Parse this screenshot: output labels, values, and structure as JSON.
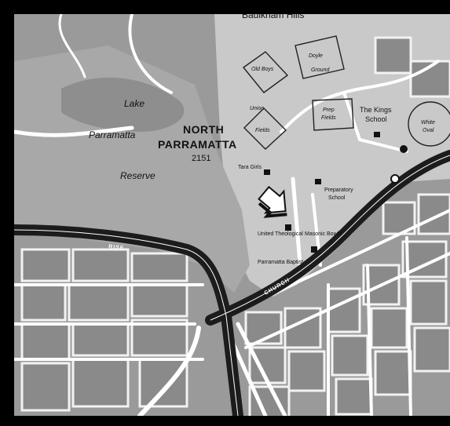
{
  "labels": {
    "top_road": "Baulkham Hills",
    "old_boys": "Old Boys",
    "union": "Union",
    "fields": "Fields",
    "doyle": "Doyle",
    "ground": "Ground",
    "prep": "Prep",
    "prep_fields": "Fields",
    "kings_school_1": "The Kings",
    "kings_school_2": "School",
    "white_oval_1": "White",
    "white_oval_2": "Oval",
    "lake": "Lake",
    "parramatta": "Parramatta",
    "reserve": "Reserve",
    "suburb_line1": "NORTH",
    "suburb_line2": "PARRAMATTA",
    "postcode": "2151",
    "tara_girls": "Tara Girls",
    "preparatory_school_1": "Preparatory",
    "preparatory_school_2": "School",
    "uniting_church": "United Theological",
    "masonic_bowls": "Masonic Bowls",
    "parramatta_baptist": "Parramatta Baptist",
    "rise_road": "RISE",
    "church_st": "CHURCH"
  },
  "colors": {
    "background": "#9a9a9a",
    "park": "#c9c9c9",
    "grounds": "#b7b7b7",
    "road": "#ffffff",
    "highway": "#1c1c1c",
    "block": "#8a8a8a",
    "arrow": "#111111"
  },
  "icons": [
    "location-arrow-icon",
    "church-icon",
    "school-icon"
  ]
}
